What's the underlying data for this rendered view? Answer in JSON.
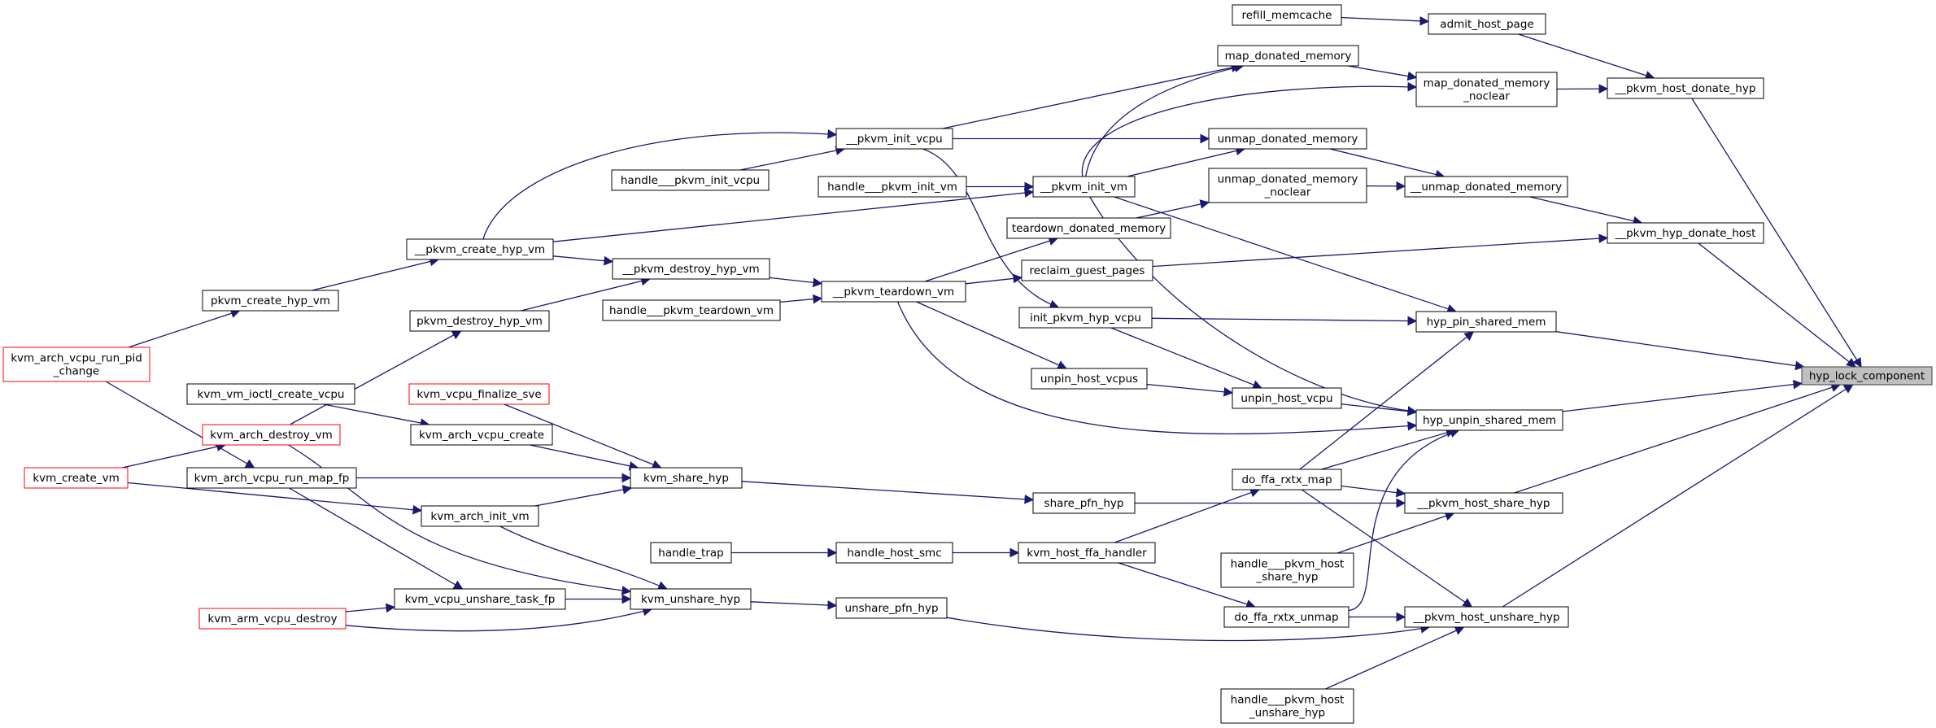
{
  "graph": {
    "title": "",
    "nodes": [
      {
        "id": "hyp_lock_component",
        "lines": [
          "hyp_lock_component"
        ],
        "highlight": true
      },
      {
        "id": "pkvm_host_donate_hyp",
        "lines": [
          "__pkvm_host_donate_hyp"
        ]
      },
      {
        "id": "pkvm_hyp_donate_host",
        "lines": [
          "__pkvm_hyp_donate_host"
        ]
      },
      {
        "id": "hyp_pin_shared_mem",
        "lines": [
          "hyp_pin_shared_mem"
        ]
      },
      {
        "id": "hyp_unpin_shared_mem",
        "lines": [
          "hyp_unpin_shared_mem"
        ]
      },
      {
        "id": "pkvm_host_share_hyp",
        "lines": [
          "__pkvm_host_share_hyp"
        ]
      },
      {
        "id": "pkvm_host_unshare_hyp",
        "lines": [
          "__pkvm_host_unshare_hyp"
        ]
      },
      {
        "id": "admit_host_page",
        "lines": [
          "admit_host_page"
        ]
      },
      {
        "id": "map_donated_memory_noclear",
        "lines": [
          "map_donated_memory",
          "_noclear"
        ]
      },
      {
        "id": "unmap_donated_memory2",
        "lines": [
          "__unmap_donated_memory"
        ]
      },
      {
        "id": "refill_memcache",
        "lines": [
          "refill_memcache"
        ]
      },
      {
        "id": "map_donated_memory",
        "lines": [
          "map_donated_memory"
        ]
      },
      {
        "id": "unmap_donated_memory",
        "lines": [
          "unmap_donated_memory"
        ]
      },
      {
        "id": "unmap_donated_memory_noclear",
        "lines": [
          "unmap_donated_memory",
          "_noclear"
        ]
      },
      {
        "id": "teardown_donated_memory",
        "lines": [
          "teardown_donated_memory"
        ]
      },
      {
        "id": "reclaim_guest_pages",
        "lines": [
          "reclaim_guest_pages"
        ]
      },
      {
        "id": "init_pkvm_hyp_vcpu",
        "lines": [
          "init_pkvm_hyp_vcpu"
        ]
      },
      {
        "id": "unpin_host_vcpus",
        "lines": [
          "unpin_host_vcpus"
        ]
      },
      {
        "id": "unpin_host_vcpu",
        "lines": [
          "unpin_host_vcpu"
        ]
      },
      {
        "id": "do_ffa_rxtx_map",
        "lines": [
          "do_ffa_rxtx_map"
        ]
      },
      {
        "id": "handle_pkvm_host_share_hyp",
        "lines": [
          "handle___pkvm_host",
          "_share_hyp"
        ]
      },
      {
        "id": "do_ffa_rxtx_unmap",
        "lines": [
          "do_ffa_rxtx_unmap"
        ]
      },
      {
        "id": "handle_pkvm_host_unshare_hyp",
        "lines": [
          "handle___pkvm_host",
          "_unshare_hyp"
        ]
      },
      {
        "id": "pkvm_init_vcpu",
        "lines": [
          "__pkvm_init_vcpu"
        ]
      },
      {
        "id": "pkvm_init_vm",
        "lines": [
          "__pkvm_init_vm"
        ]
      },
      {
        "id": "pkvm_teardown_vm",
        "lines": [
          "__pkvm_teardown_vm"
        ]
      },
      {
        "id": "share_pfn_hyp",
        "lines": [
          "share_pfn_hyp"
        ]
      },
      {
        "id": "kvm_host_ffa_handler",
        "lines": [
          "kvm_host_ffa_handler"
        ]
      },
      {
        "id": "unshare_pfn_hyp",
        "lines": [
          "unshare_pfn_hyp"
        ]
      },
      {
        "id": "handle_pkvm_init_vcpu",
        "lines": [
          "handle___pkvm_init_vcpu"
        ]
      },
      {
        "id": "handle_pkvm_init_vm",
        "lines": [
          "handle___pkvm_init_vm"
        ]
      },
      {
        "id": "pkvm_destroy_hyp_vm2",
        "lines": [
          "__pkvm_destroy_hyp_vm"
        ]
      },
      {
        "id": "handle_pkvm_teardown_vm",
        "lines": [
          "handle___pkvm_teardown_vm"
        ]
      },
      {
        "id": "kvm_share_hyp",
        "lines": [
          "kvm_share_hyp"
        ]
      },
      {
        "id": "handle_host_smc",
        "lines": [
          "handle_host_smc"
        ]
      },
      {
        "id": "kvm_unshare_hyp",
        "lines": [
          "kvm_unshare_hyp"
        ]
      },
      {
        "id": "pkvm_create_hyp_vm2",
        "lines": [
          "__pkvm_create_hyp_vm"
        ]
      },
      {
        "id": "pkvm_destroy_hyp_vm",
        "lines": [
          "pkvm_destroy_hyp_vm"
        ]
      },
      {
        "id": "kvm_vcpu_finalize_sve",
        "lines": [
          "kvm_vcpu_finalize_sve"
        ],
        "red": true
      },
      {
        "id": "kvm_arch_vcpu_create",
        "lines": [
          "kvm_arch_vcpu_create"
        ]
      },
      {
        "id": "kvm_arch_init_vm",
        "lines": [
          "kvm_arch_init_vm"
        ]
      },
      {
        "id": "handle_trap",
        "lines": [
          "handle_trap"
        ]
      },
      {
        "id": "kvm_vcpu_unshare_task_fp",
        "lines": [
          "kvm_vcpu_unshare_task_fp"
        ]
      },
      {
        "id": "pkvm_create_hyp_vm",
        "lines": [
          "pkvm_create_hyp_vm"
        ]
      },
      {
        "id": "kvm_vm_ioctl_create_vcpu",
        "lines": [
          "kvm_vm_ioctl_create_vcpu"
        ]
      },
      {
        "id": "kvm_arch_destroy_vm",
        "lines": [
          "kvm_arch_destroy_vm"
        ],
        "red": true
      },
      {
        "id": "kvm_arch_vcpu_run_map_fp",
        "lines": [
          "kvm_arch_vcpu_run_map_fp"
        ]
      },
      {
        "id": "kvm_arm_vcpu_destroy",
        "lines": [
          "kvm_arm_vcpu_destroy"
        ],
        "red": true
      },
      {
        "id": "kvm_arch_vcpu_run_pid_change",
        "lines": [
          "kvm_arch_vcpu_run_pid",
          "_change"
        ],
        "red": true
      },
      {
        "id": "kvm_create_vm",
        "lines": [
          "kvm_create_vm"
        ],
        "red": true
      }
    ]
  }
}
